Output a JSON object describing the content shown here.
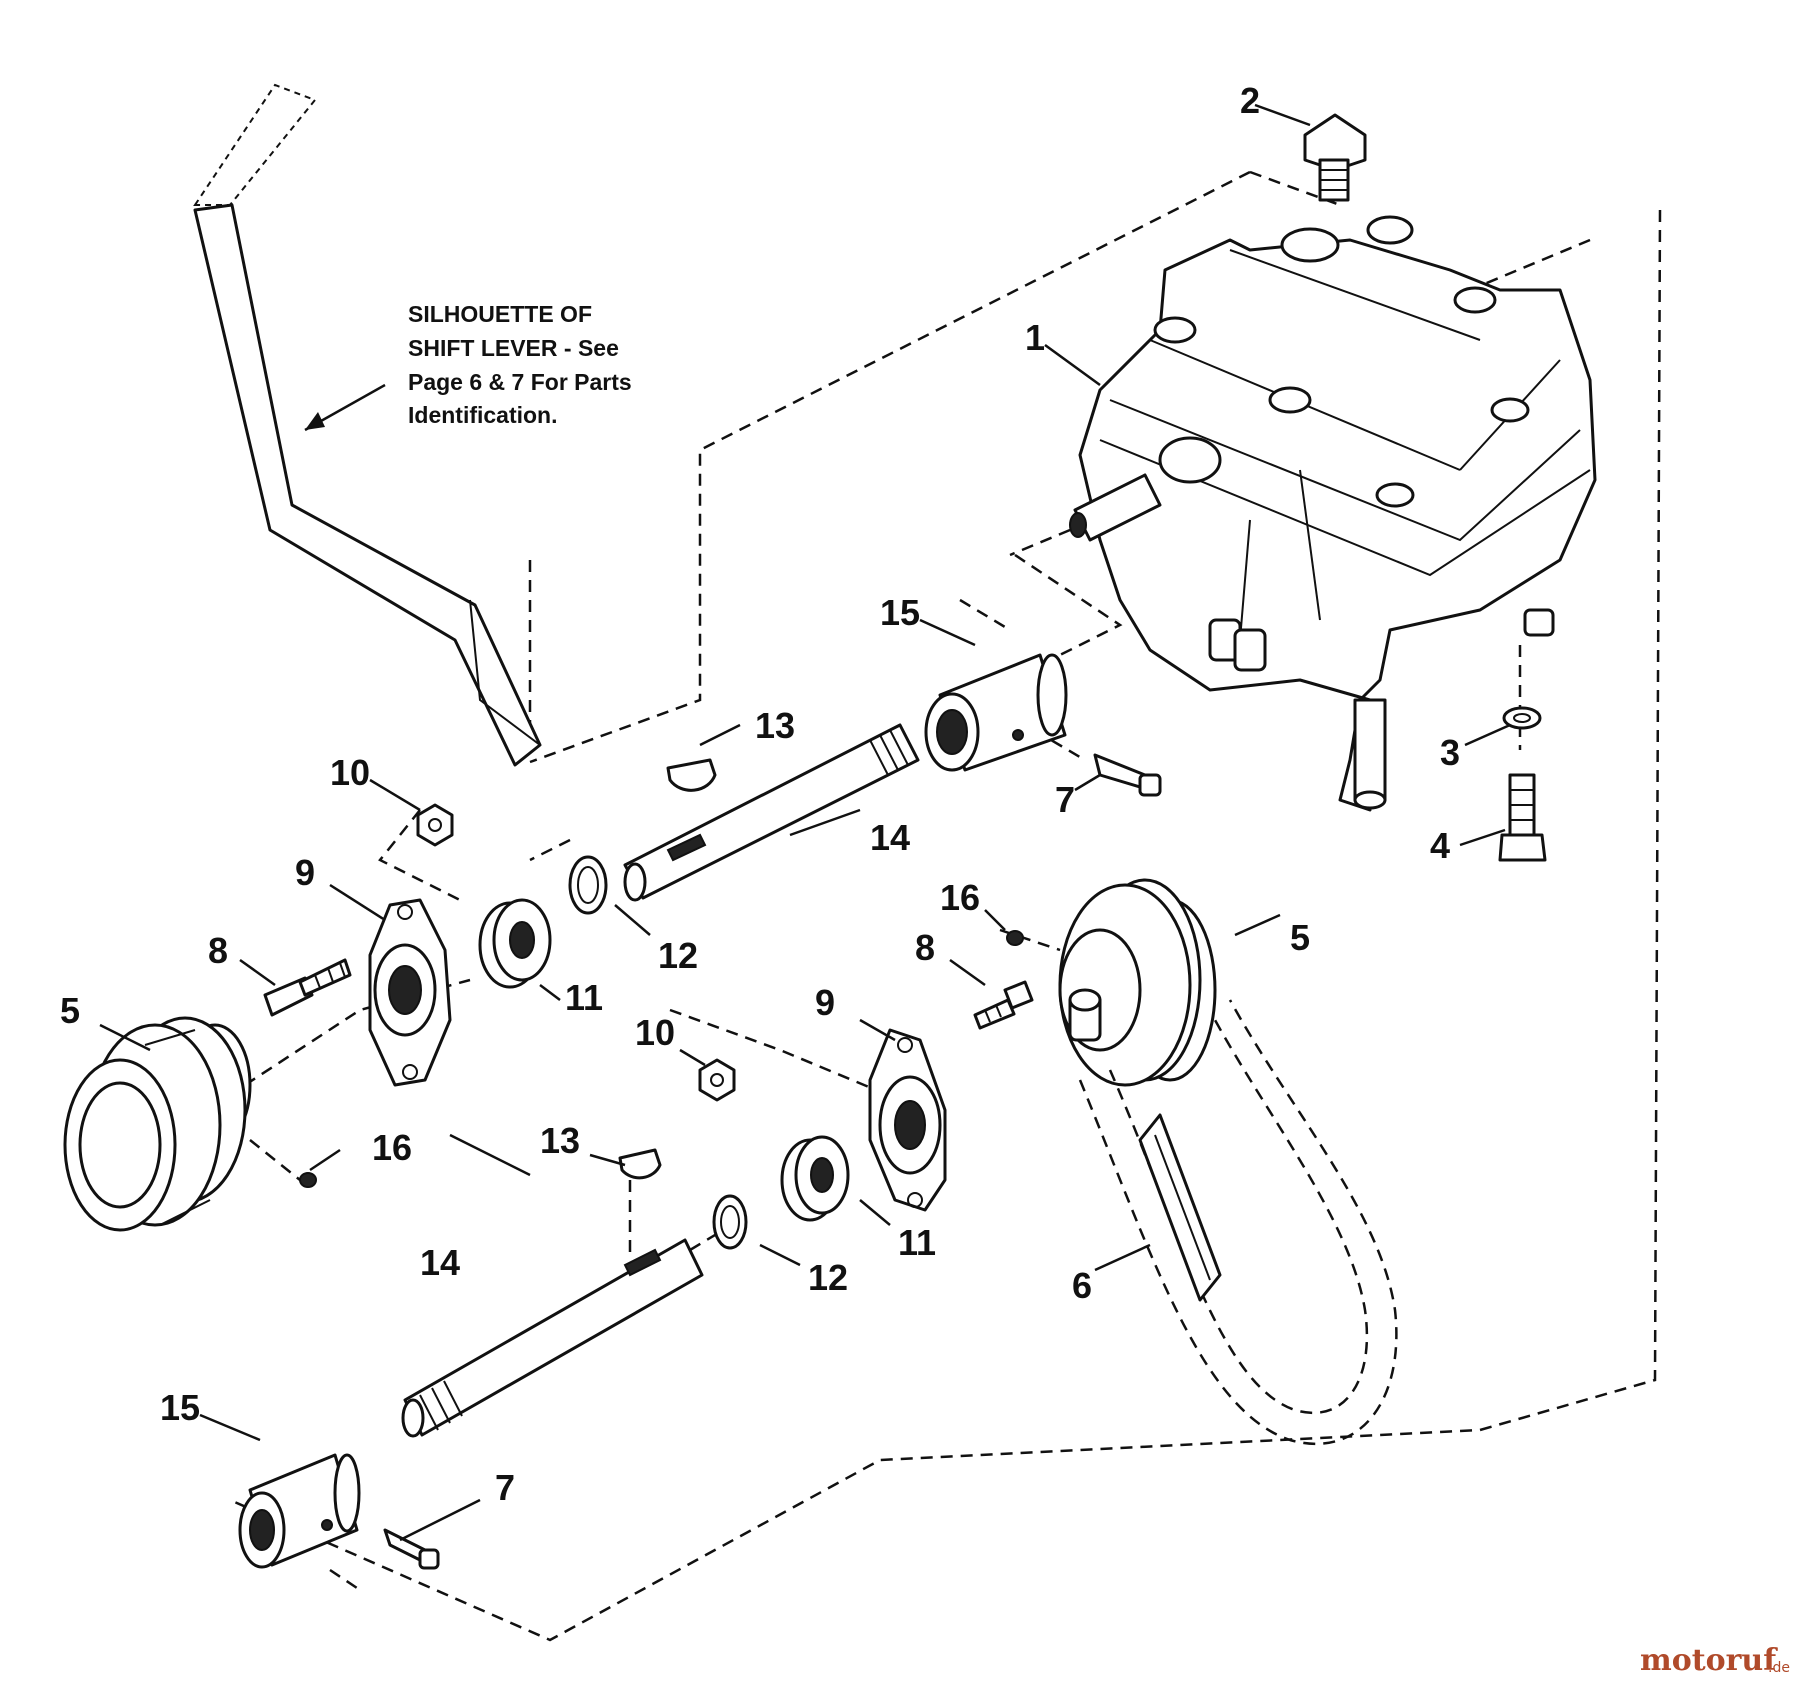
{
  "diagram": {
    "note_lines": [
      "SILHOUETTE OF",
      "SHIFT LEVER - See",
      "Page 6 & 7 For Parts",
      "Identification."
    ],
    "callouts": {
      "c1": "1",
      "c2": "2",
      "c3": "3",
      "c4": "4",
      "c5a": "5",
      "c5b": "5",
      "c6": "6",
      "c7a": "7",
      "c7b": "7",
      "c8a": "8",
      "c8b": "8",
      "c9a": "9",
      "c9b": "9",
      "c10a": "10",
      "c10b": "10",
      "c11a": "11",
      "c11b": "11",
      "c12a": "12",
      "c12b": "12",
      "c13a": "13",
      "c13b": "13",
      "c14a": "14",
      "c14b": "14",
      "c15a": "15",
      "c15b": "15",
      "c16a": "16",
      "c16b": "16"
    }
  },
  "watermark": {
    "name": "motoruf",
    "suffix": ".de"
  }
}
